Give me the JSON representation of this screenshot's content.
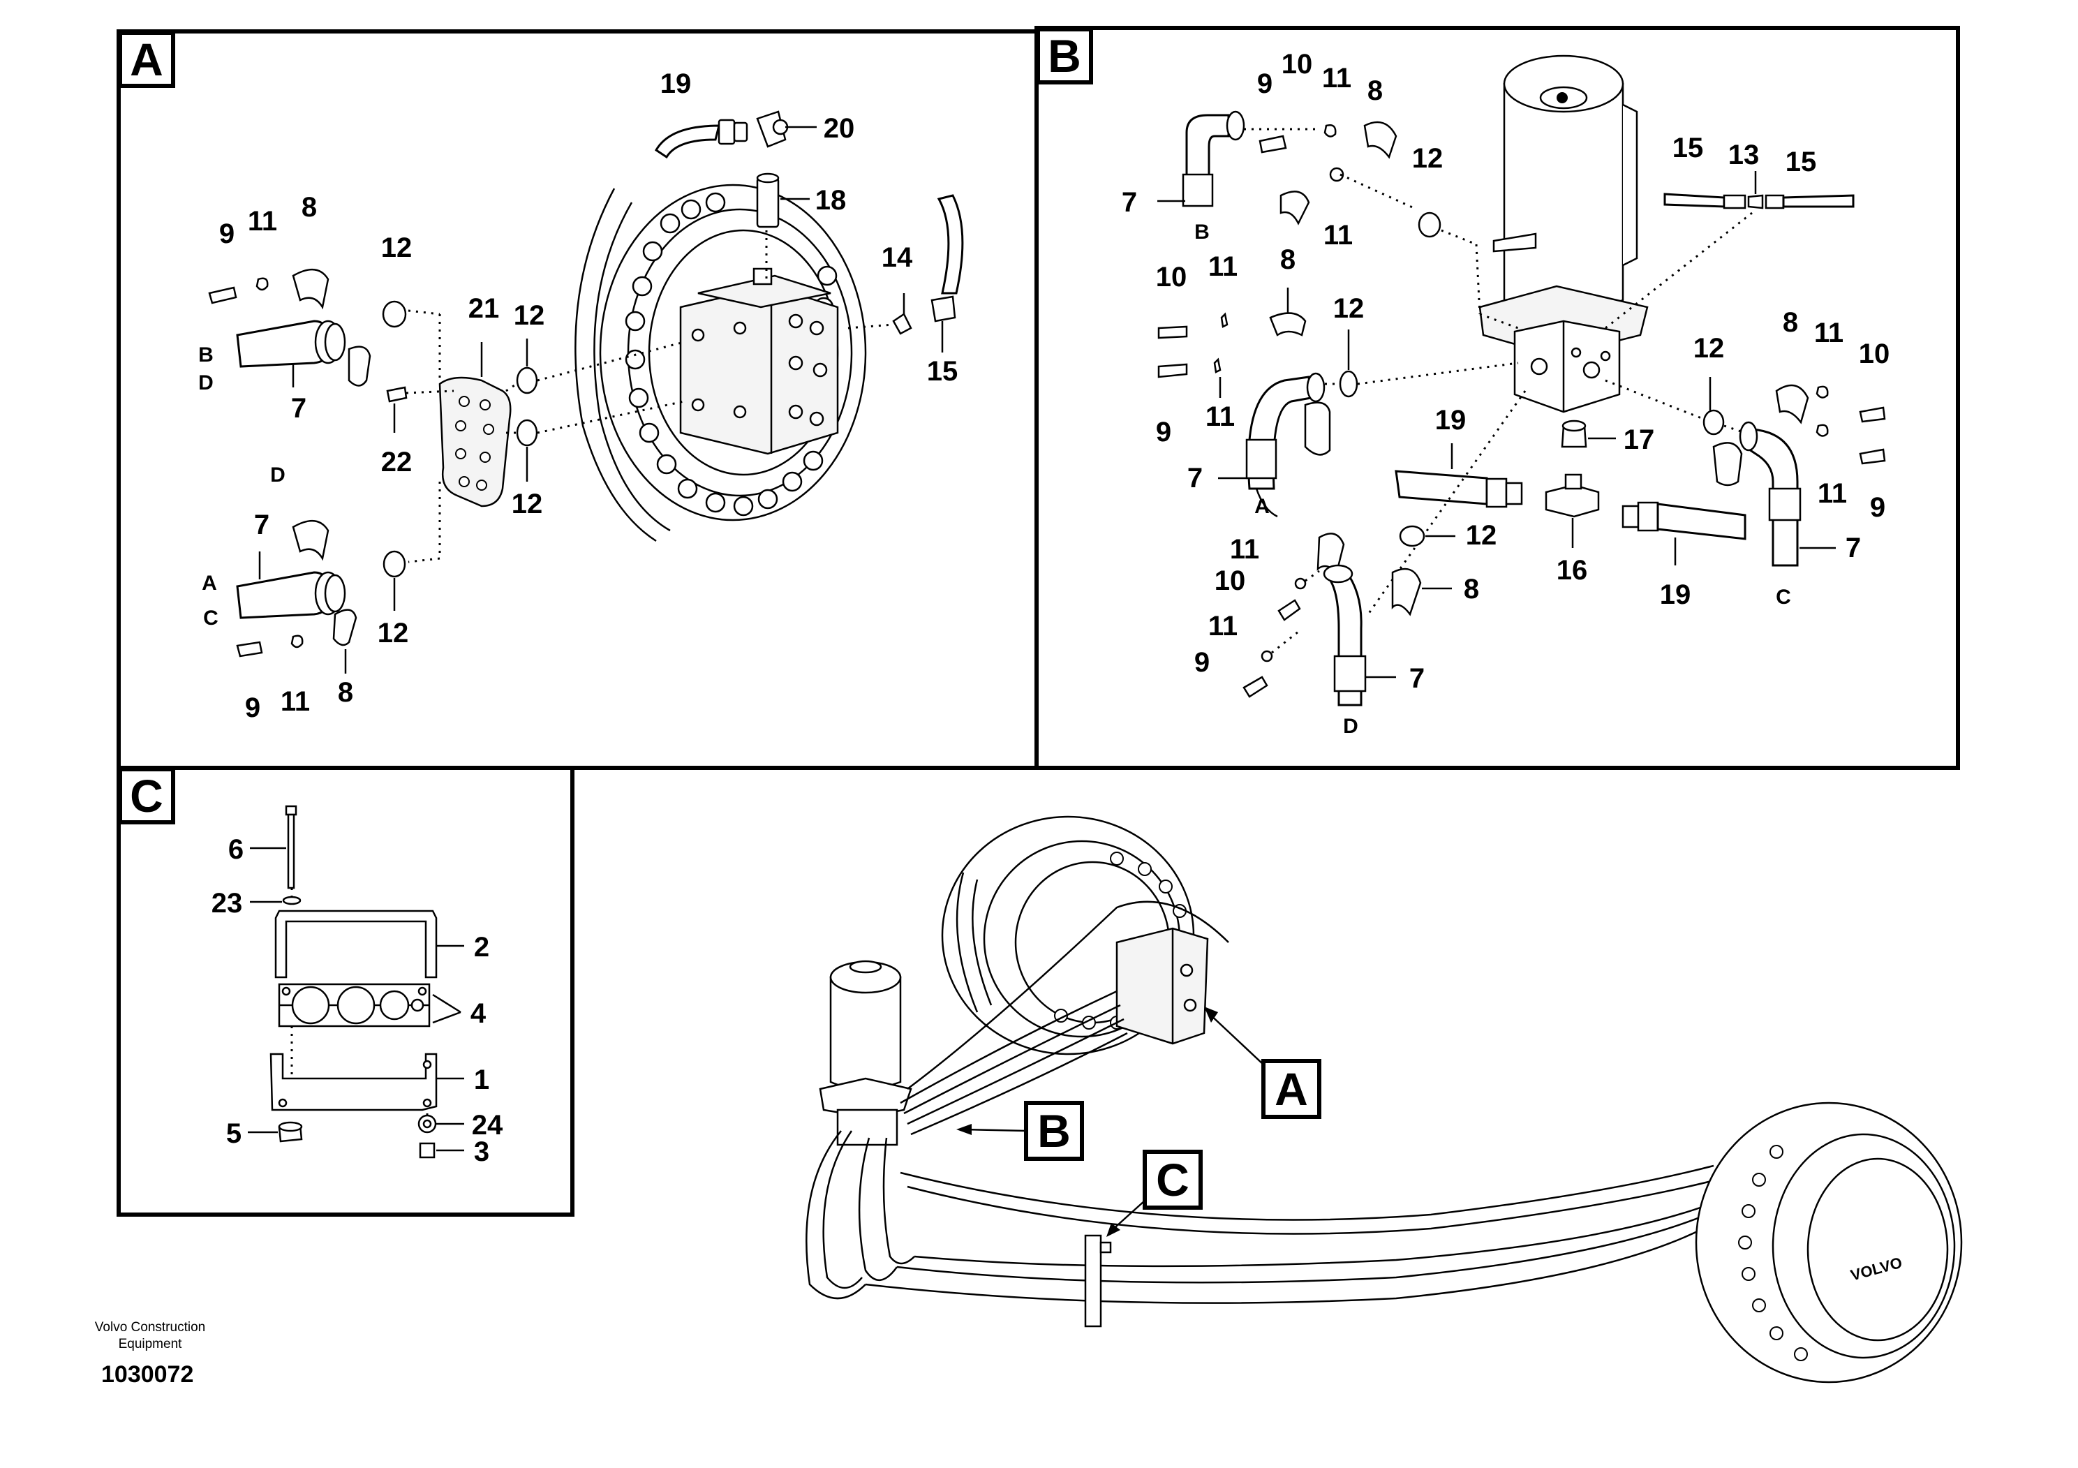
{
  "footer": {
    "company_line1": "Volvo Construction",
    "company_line2": "Equipment",
    "document_number": "1030072"
  },
  "panels": {
    "A": {
      "label": "A",
      "callouts": [
        "19",
        "20",
        "18",
        "9",
        "11",
        "8",
        "12",
        "21",
        "12",
        "14",
        "15",
        "7",
        "22",
        "12",
        "7",
        "12",
        "9",
        "11",
        "8"
      ],
      "ports": [
        "B",
        "D",
        "D",
        "A",
        "C"
      ]
    },
    "B": {
      "label": "B",
      "callouts": [
        "10",
        "9",
        "11",
        "8",
        "7",
        "12",
        "11",
        "15",
        "13",
        "15",
        "10",
        "11",
        "8",
        "12",
        "9",
        "11",
        "7",
        "12",
        "8",
        "11",
        "10",
        "17",
        "11",
        "9",
        "19",
        "12",
        "7",
        "11",
        "10",
        "12",
        "8",
        "16",
        "19",
        "11",
        "9",
        "7"
      ],
      "ports": [
        "B",
        "A",
        "C",
        "D"
      ]
    },
    "C": {
      "label": "C",
      "callouts": [
        "6",
        "23",
        "2",
        "4",
        "1",
        "5",
        "24",
        "3"
      ]
    }
  },
  "overview": {
    "pointer_A": "A",
    "pointer_B": "B",
    "pointer_C": "C",
    "brand_mark": "VOLVO"
  }
}
